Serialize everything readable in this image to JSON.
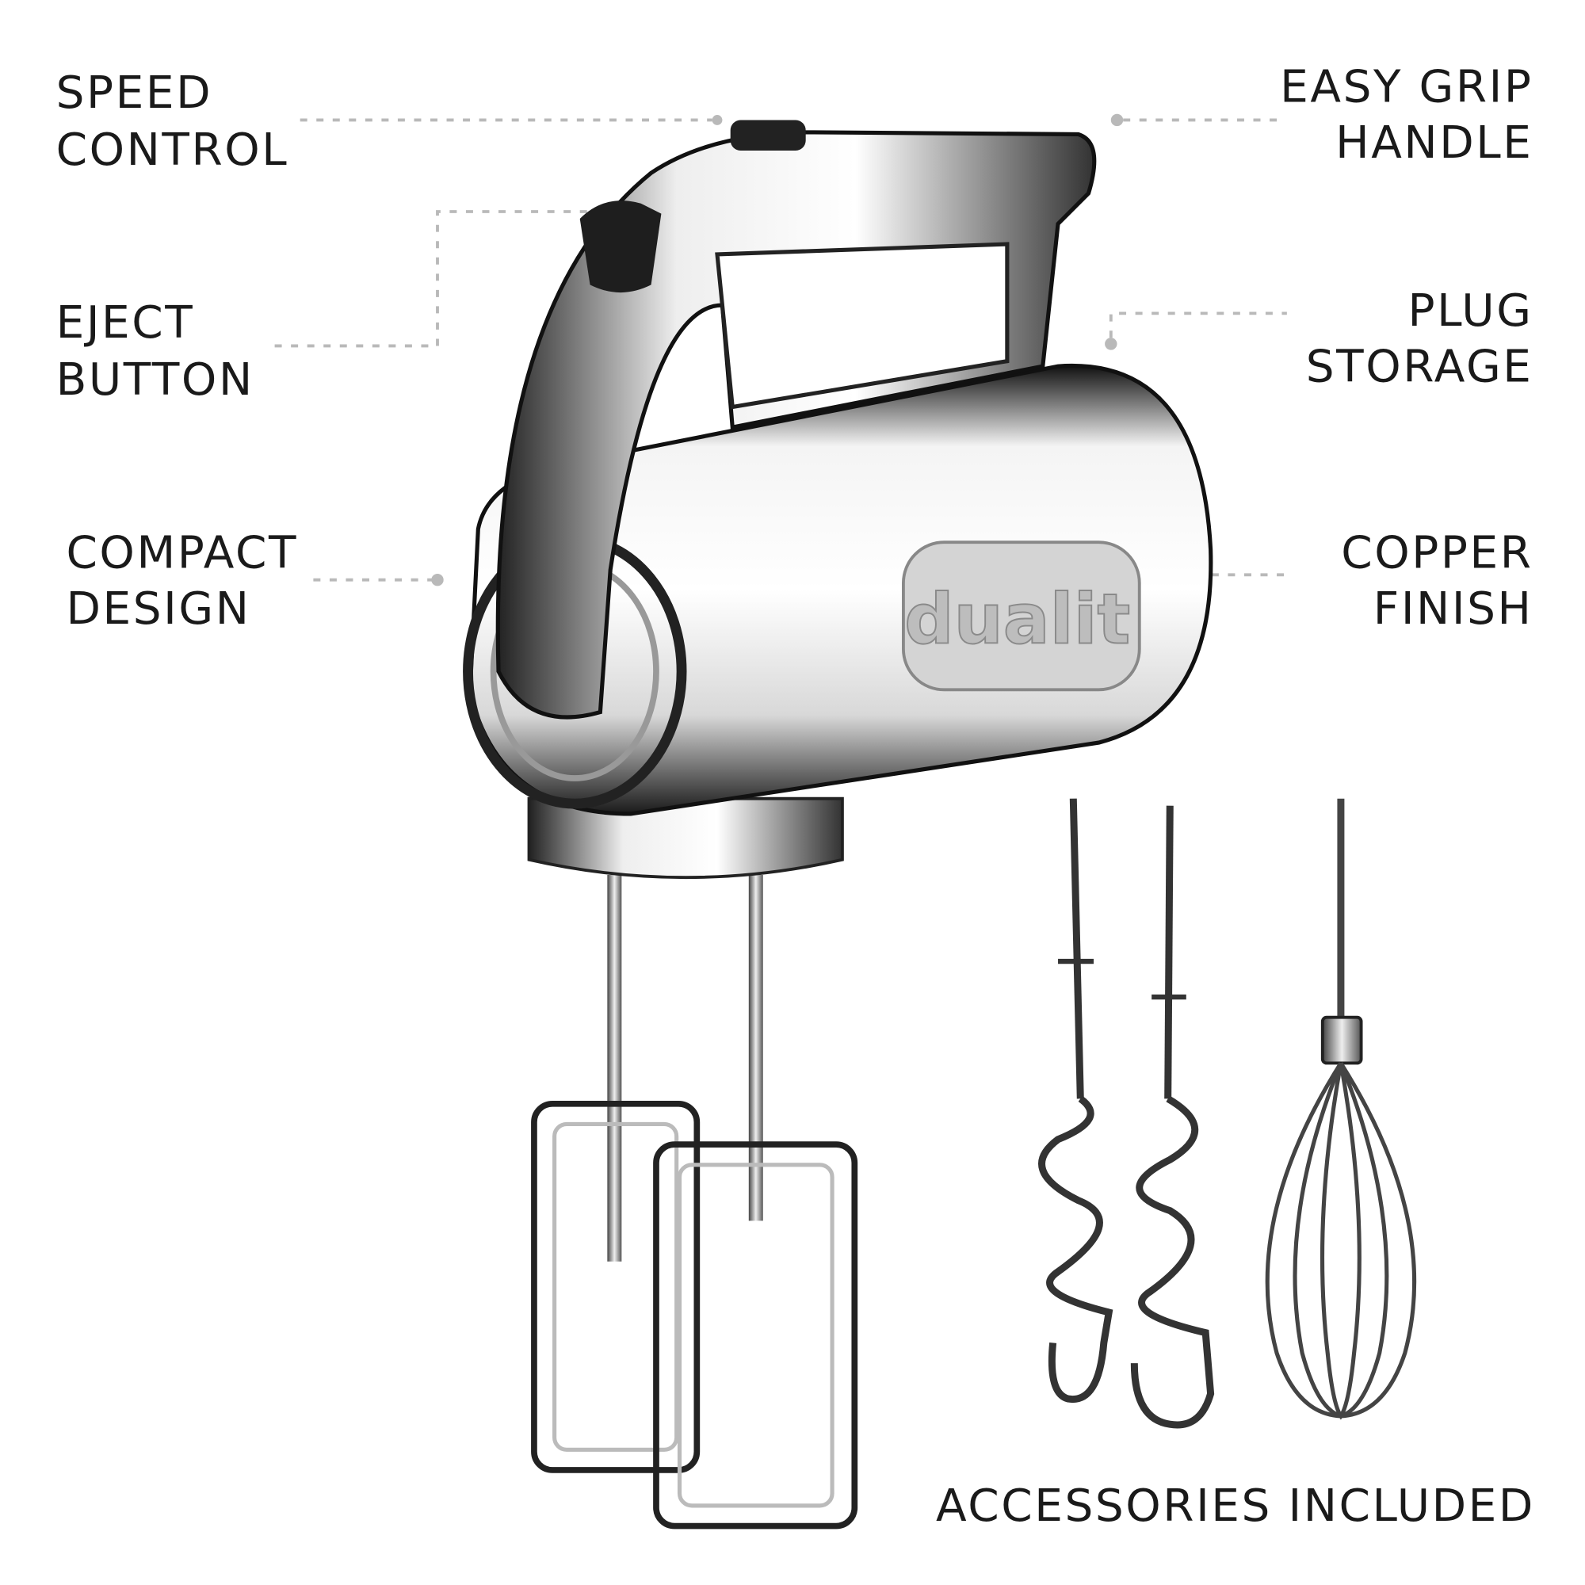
{
  "callouts": {
    "speed_control": [
      "SPEED",
      "CONTROL"
    ],
    "eject_button": [
      "EJECT",
      "BUTTON"
    ],
    "compact_design": [
      "COMPACT",
      "DESIGN"
    ],
    "easy_grip_handle": [
      "EASY GRIP",
      "HANDLE"
    ],
    "plug_storage": [
      "PLUG",
      "STORAGE"
    ],
    "copper_finish": [
      "COPPER",
      "FINISH"
    ],
    "accessories_included": "ACCESSORIES INCLUDED"
  },
  "product": {
    "brand_logo": "dualit",
    "accessories": [
      "dough-hook",
      "dough-hook",
      "balloon-whisk"
    ]
  },
  "colors": {
    "text": "#1a1a1a",
    "leader_line": "#b9b9b9",
    "chrome_dark": "#1c1c1c",
    "chrome_light": "#e8e8e8",
    "background": "#ffffff"
  }
}
